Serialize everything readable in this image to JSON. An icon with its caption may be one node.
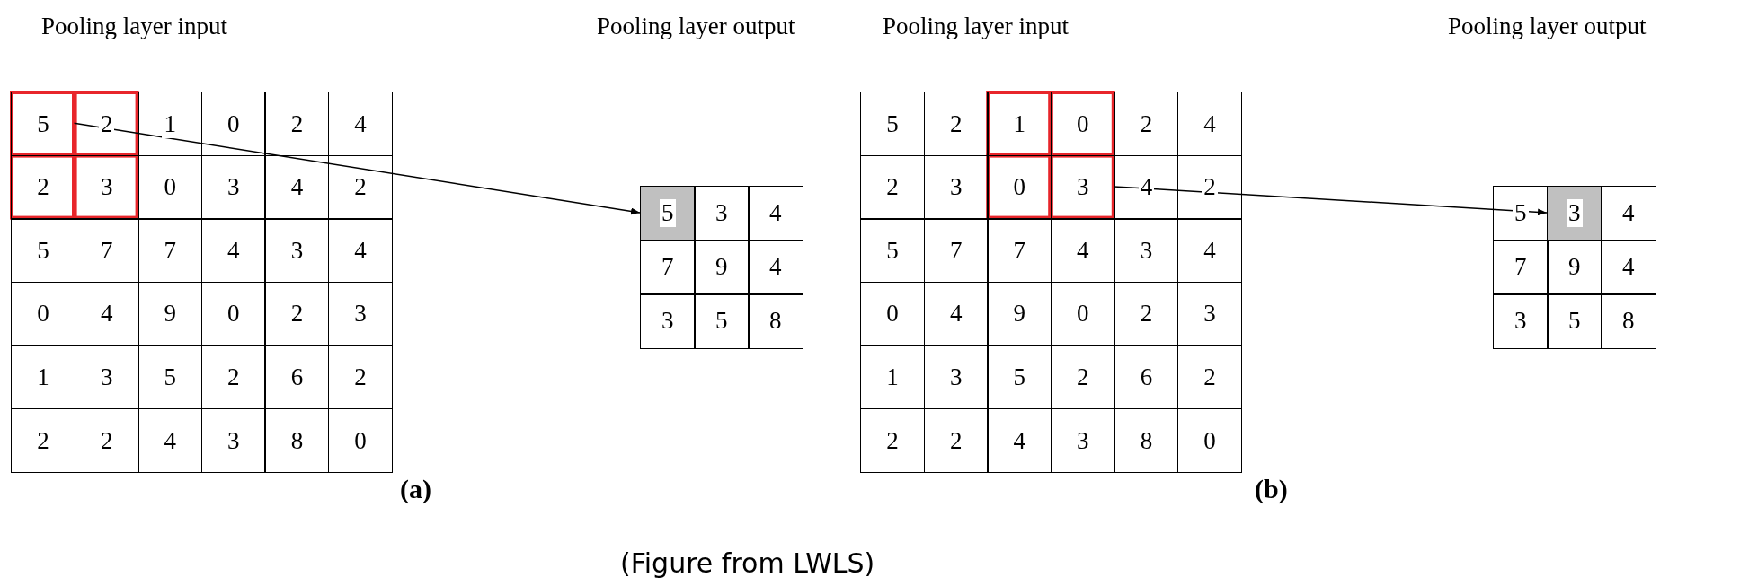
{
  "diagram": {
    "caption": "(Figure from LWLS)",
    "nodes": [
      {
        "text": [
          "5"
        ]
      },
      {
        "text": [
          "5"
        ]
      },
      {
        "text": [
          "3"
        ]
      },
      {
        "text": [
          "3"
        ]
      }
    ],
    "edges": [
      {
        "from": 0,
        "to": 1,
        "arrow": "to"
      },
      {
        "from": 2,
        "to": 3,
        "arrow": "to"
      }
    ],
    "labels": [
      "Pooling layer input",
      "Pooling layer output",
      "Pooling layer input",
      "Pooling layer output",
      "2",
      "1",
      "0",
      "2",
      "4",
      "2",
      "3",
      "0",
      "3",
      "4",
      "2",
      "5",
      "7",
      "7",
      "4",
      "3",
      "4",
      "0",
      "4",
      "9",
      "0",
      "2",
      "3",
      "1",
      "3",
      "5",
      "2",
      "6",
      "2",
      "2",
      "2",
      "4",
      "3",
      "8",
      "0",
      "3",
      "4",
      "7",
      "9",
      "4",
      "3",
      "5",
      "8",
      "5",
      "2",
      "1",
      "0",
      "2",
      "4",
      "2",
      "3",
      "0",
      "4",
      "2",
      "5",
      "7",
      "7",
      "4",
      "3",
      "4",
      "0",
      "4",
      "9",
      "0",
      "2",
      "3",
      "1",
      "3",
      "5",
      "2",
      "6",
      "2",
      "2",
      "2",
      "4",
      "3",
      "8",
      "0",
      "5",
      "4",
      "7",
      "9",
      "4",
      "3",
      "5",
      "8",
      "(a)",
      "(b)"
    ]
  }
}
